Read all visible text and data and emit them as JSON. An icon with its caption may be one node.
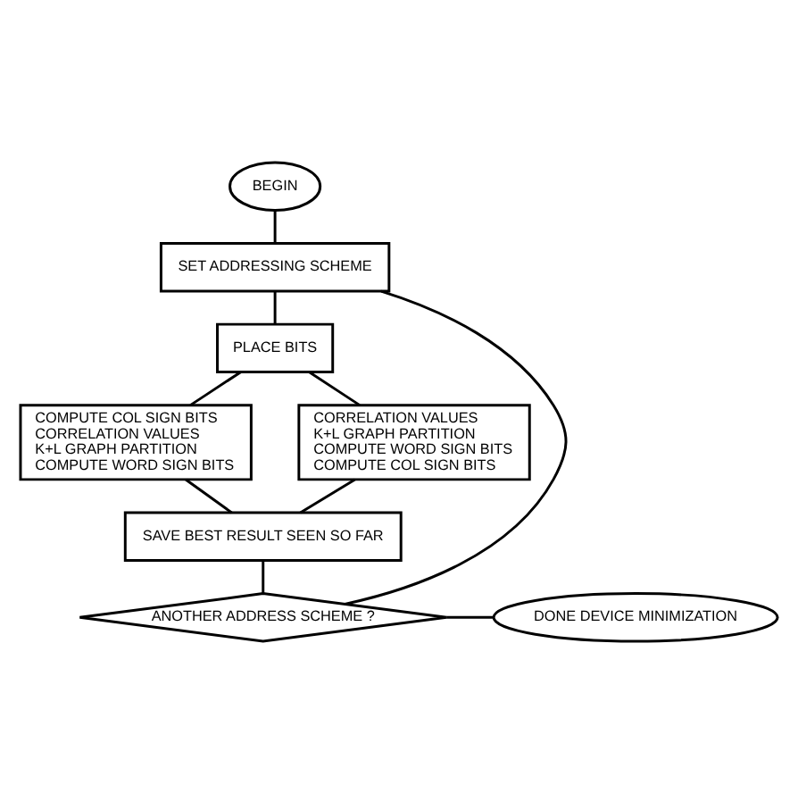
{
  "diagram": {
    "nodes": [
      {
        "text": [
          "BEGIN"
        ]
      },
      {
        "text": [
          "SET ADDRESSING SCHEME"
        ]
      },
      {
        "text": [
          "PLACE BITS"
        ]
      },
      {
        "text": [
          "COMPUTE COL SIGN BITS",
          "CORRELATION VALUES",
          "K+L GRAPH PARTITION",
          "COMPUTE WORD SIGN BITS"
        ]
      },
      {
        "text": [
          "CORRELATION VALUES",
          "K+L GRAPH PARTITION",
          "COMPUTE WORD SIGN BITS",
          "COMPUTE COL SIGN BITS"
        ]
      },
      {
        "text": [
          "SAVE BEST RESULT SEEN SO FAR"
        ]
      },
      {
        "text": [
          "ANOTHER ADDRESS SCHEME ?"
        ]
      },
      {
        "text": [
          "DONE DEVICE MINIMIZATION"
        ]
      }
    ],
    "edges": [
      {
        "from": 0,
        "to": 1,
        "arrow": "none"
      },
      {
        "from": 1,
        "to": 2,
        "arrow": "none"
      },
      {
        "from": 2,
        "to": 3,
        "arrow": "none"
      },
      {
        "from": 2,
        "to": 4,
        "arrow": "none"
      },
      {
        "from": 3,
        "to": 5,
        "arrow": "none"
      },
      {
        "from": 4,
        "to": 5,
        "arrow": "none"
      },
      {
        "from": 5,
        "to": 6,
        "arrow": "none"
      },
      {
        "from": 6,
        "to": 7,
        "arrow": "none"
      },
      {
        "from": 6,
        "to": 1,
        "arrow": "none"
      }
    ]
  }
}
